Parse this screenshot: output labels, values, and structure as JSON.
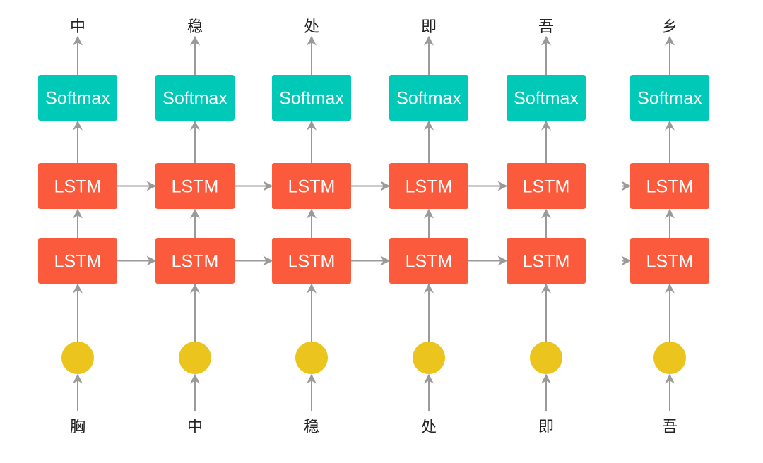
{
  "diagram": {
    "columns": [
      {
        "input": "胸",
        "output": "中"
      },
      {
        "input": "中",
        "output": "稳"
      },
      {
        "input": "稳",
        "output": "处"
      },
      {
        "input": "处",
        "output": "即"
      },
      {
        "input": "即",
        "output": "吾"
      },
      {
        "input": "吾",
        "output": "乡"
      }
    ],
    "labels": {
      "softmax": "Softmax",
      "lstm": "LSTM"
    },
    "colors": {
      "softmax": "#00c9b7",
      "lstm": "#fb5b3c",
      "embedding": "#ebc51d",
      "arrow": "#9a9a9a"
    }
  }
}
